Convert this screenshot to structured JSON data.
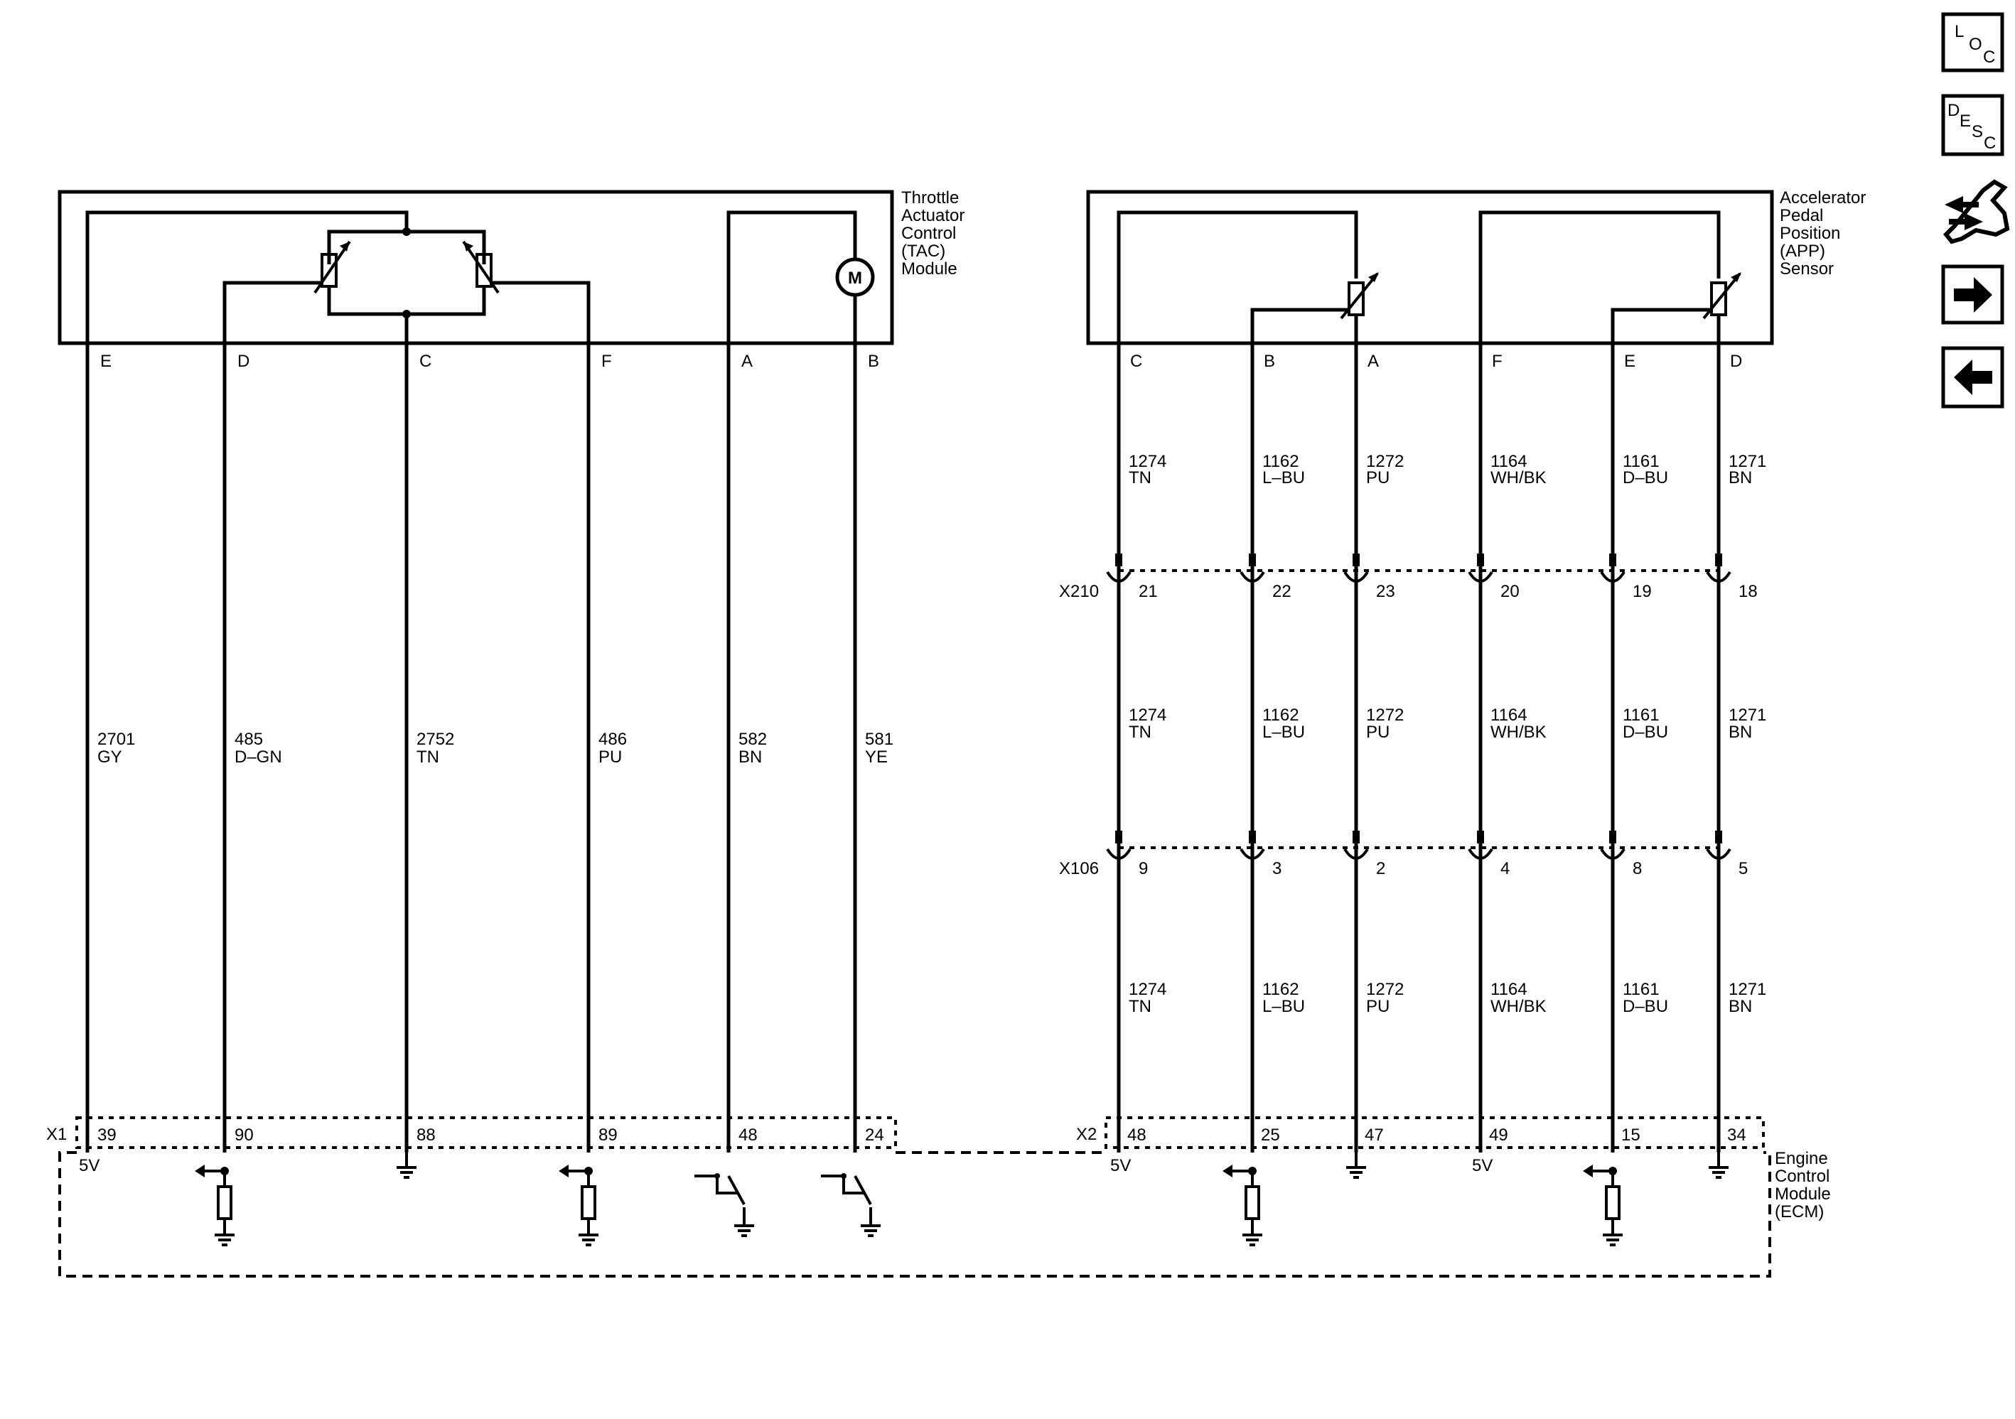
{
  "tac_module": {
    "label_lines": [
      "Throttle",
      "Actuator",
      "Control",
      "(TAC)",
      "Module"
    ],
    "motor_symbol": "M"
  },
  "app_sensor": {
    "label_lines": [
      "Accelerator",
      "Pedal",
      "Position",
      "(APP)",
      "Sensor"
    ]
  },
  "ecm": {
    "label_lines": [
      "Engine",
      "Control",
      "Module",
      "(ECM)"
    ]
  },
  "tac_circuits": [
    {
      "pin": "E",
      "circuit": "2701",
      "color": "GY",
      "ecm_pin": "39",
      "ecm_term": "5V"
    },
    {
      "pin": "D",
      "circuit": "485",
      "color": "D–GN",
      "ecm_pin": "90",
      "ecm_term": "input"
    },
    {
      "pin": "C",
      "circuit": "2752",
      "color": "TN",
      "ecm_pin": "88",
      "ecm_term": "ground"
    },
    {
      "pin": "F",
      "circuit": "486",
      "color": "PU",
      "ecm_pin": "89",
      "ecm_term": "input"
    },
    {
      "pin": "A",
      "circuit": "582",
      "color": "BN",
      "ecm_pin": "48",
      "ecm_term": "switch"
    },
    {
      "pin": "B",
      "circuit": "581",
      "color": "YE",
      "ecm_pin": "24",
      "ecm_term": "switch"
    }
  ],
  "app_circuits": [
    {
      "pin": "C",
      "circuit": "1274",
      "color": "TN",
      "x210_pin": "21",
      "x106_pin": "9",
      "ecm_pin": "48",
      "ecm_term": "5V"
    },
    {
      "pin": "B",
      "circuit": "1162",
      "color": "L–BU",
      "x210_pin": "22",
      "x106_pin": "3",
      "ecm_pin": "25",
      "ecm_term": "input"
    },
    {
      "pin": "A",
      "circuit": "1272",
      "color": "PU",
      "x210_pin": "23",
      "x106_pin": "2",
      "ecm_pin": "47",
      "ecm_term": "ground"
    },
    {
      "pin": "F",
      "circuit": "1164",
      "color": "WH/BK",
      "x210_pin": "20",
      "x106_pin": "4",
      "ecm_pin": "49",
      "ecm_term": "5V"
    },
    {
      "pin": "E",
      "circuit": "1161",
      "color": "D–BU",
      "x210_pin": "19",
      "x106_pin": "8",
      "ecm_pin": "15",
      "ecm_term": "input"
    },
    {
      "pin": "D",
      "circuit": "1271",
      "color": "BN",
      "x210_pin": "18",
      "x106_pin": "5",
      "ecm_pin": "34",
      "ecm_term": "ground"
    }
  ],
  "connectors": {
    "x1": "X1",
    "x2": "X2",
    "x210": "X210",
    "x106": "X106"
  },
  "voltage_label": "5V",
  "nav": {
    "loc": {
      "letters": [
        "L",
        "O",
        "C"
      ]
    },
    "desc": {
      "letters": [
        "D",
        "E",
        "S",
        "C"
      ]
    },
    "icons": [
      "connector-repair-icon",
      "next-arrow-icon",
      "previous-arrow-icon"
    ]
  }
}
